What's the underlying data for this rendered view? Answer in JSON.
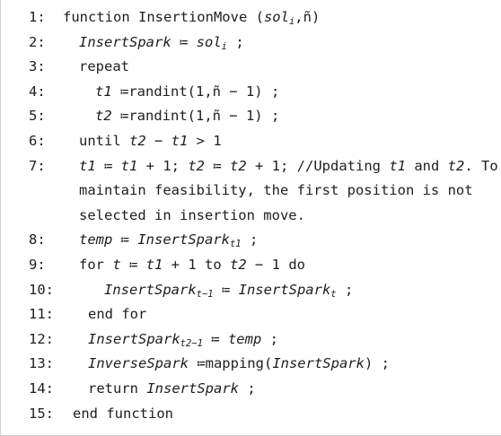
{
  "lines": [
    {
      "num": "1:",
      "parts": [
        "function InsertionMove (",
        "sol",
        "i",
        ",ñ)"
      ]
    },
    {
      "num": "2:",
      "parts": [
        "InsertSpark",
        " ≔ ",
        "sol",
        "i",
        " ;"
      ]
    },
    {
      "num": "3:",
      "parts": [
        "repeat"
      ]
    },
    {
      "num": "4:",
      "parts": [
        "t1",
        " ≔randint(1,ñ − 1) ;"
      ]
    },
    {
      "num": "5:",
      "parts": [
        "t2",
        " ≔randint(1,ñ − 1) ;"
      ]
    },
    {
      "num": "6:",
      "parts": [
        "until ",
        "t2",
        " − ",
        "t1",
        " > 1"
      ]
    },
    {
      "num": "7:",
      "parts": [
        "t1",
        " ≔ ",
        "t1",
        " + 1;  ",
        "t2",
        " ≔ ",
        "t2",
        " + 1;  //Updating ",
        "t1",
        " and ",
        "t2",
        ". To"
      ]
    },
    {
      "num": "",
      "parts": [
        "maintain feasibility, the first position is not"
      ]
    },
    {
      "num": "",
      "parts": [
        "selected in insertion move."
      ]
    },
    {
      "num": "8:",
      "parts": [
        "temp",
        " ≔ ",
        "InsertSpark",
        "t1",
        " ;"
      ]
    },
    {
      "num": "9:",
      "parts": [
        "for ",
        "t",
        " ≔ ",
        "t1",
        " + 1 to ",
        "t2",
        " − 1 do"
      ]
    },
    {
      "num": "10:",
      "parts": [
        "InsertSpark",
        "t−1",
        " ≔ ",
        "InsertSpark",
        "t",
        " ;"
      ]
    },
    {
      "num": "11:",
      "parts": [
        "end for"
      ]
    },
    {
      "num": "12:",
      "parts": [
        "InsertSpark",
        "t2−1",
        " ≔ ",
        "temp",
        " ;"
      ]
    },
    {
      "num": "13:",
      "parts": [
        "InverseSpark",
        " ≔mapping(",
        "InsertSpark",
        ") ;"
      ]
    },
    {
      "num": "14:",
      "parts": [
        "return ",
        "InsertSpark",
        " ;"
      ]
    },
    {
      "num": "15:",
      "parts": [
        "end function"
      ]
    }
  ]
}
